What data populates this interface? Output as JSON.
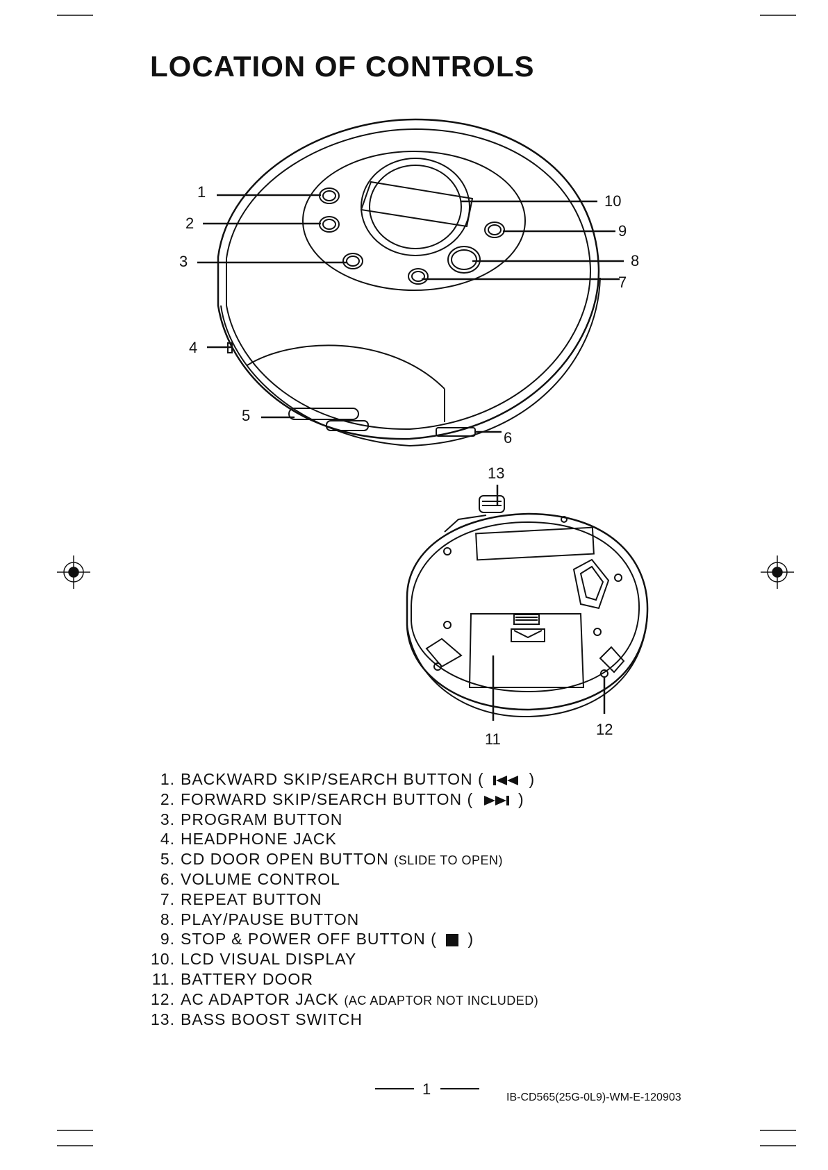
{
  "title": "LOCATION OF CONTROLS",
  "callouts": [
    "1",
    "2",
    "3",
    "4",
    "5",
    "6",
    "7",
    "8",
    "9",
    "10",
    "11",
    "12",
    "13"
  ],
  "controls": [
    {
      "num": "1.",
      "label": "BACKWARD SKIP/SEARCH BUTTON (",
      "symbol": "skip-back-icon",
      "close": ")",
      "note": ""
    },
    {
      "num": "2.",
      "label": "FORWARD SKIP/SEARCH BUTTON (",
      "symbol": "skip-forward-icon",
      "close": ")",
      "note": ""
    },
    {
      "num": "3.",
      "label": "PROGRAM BUTTON",
      "note": ""
    },
    {
      "num": "4.",
      "label": "HEADPHONE JACK",
      "note": ""
    },
    {
      "num": "5.",
      "label": "CD DOOR OPEN BUTTON",
      "note": "(SLIDE TO OPEN)"
    },
    {
      "num": "6.",
      "label": "VOLUME CONTROL",
      "note": ""
    },
    {
      "num": "7.",
      "label": "REPEAT BUTTON",
      "note": ""
    },
    {
      "num": "8.",
      "label": "PLAY/PAUSE BUTTON",
      "note": ""
    },
    {
      "num": "9.",
      "label": "STOP & POWER OFF BUTTON (",
      "symbol": "stop-square-icon",
      "close": ")",
      "note": ""
    },
    {
      "num": "10.",
      "label": "LCD VISUAL DISPLAY",
      "note": ""
    },
    {
      "num": "11.",
      "label": "BATTERY DOOR",
      "note": ""
    },
    {
      "num": "12.",
      "label": "AC ADAPTOR JACK",
      "note": "(AC ADAPTOR NOT INCLUDED)"
    },
    {
      "num": "13.",
      "label": "BASS BOOST SWITCH",
      "note": ""
    }
  ],
  "footer": {
    "page_number": "1",
    "doc_code": "IB-CD565(25G-0L9)-WM-E-120903"
  }
}
